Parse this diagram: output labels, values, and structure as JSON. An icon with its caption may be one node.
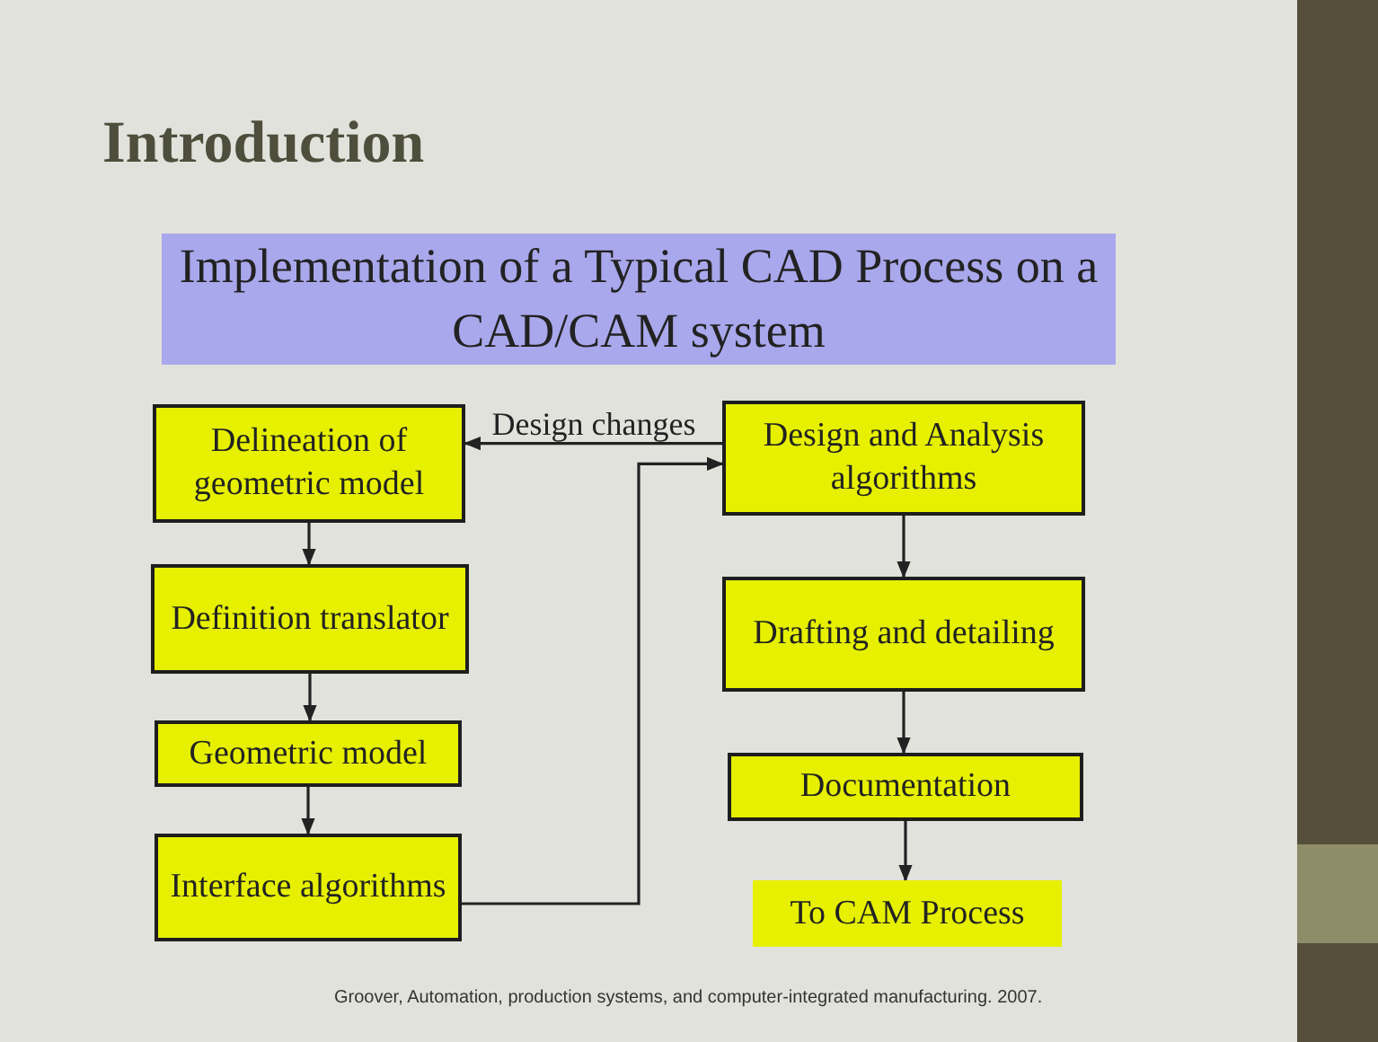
{
  "diagram": {
    "title": "Introduction",
    "nodes": [
      {
        "text": [
          "Implementation of a Typical CAD Process on a CAD/CAM system"
        ]
      },
      {
        "text": [
          "Delineation of geometric model"
        ]
      },
      {
        "text": [
          "Definition translator"
        ]
      },
      {
        "text": [
          "Geometric model"
        ]
      },
      {
        "text": [
          "Interface algorithms"
        ]
      },
      {
        "text": [
          "Design and Analysis algorithms"
        ]
      },
      {
        "text": [
          "Drafting and detailing"
        ]
      },
      {
        "text": [
          "Documentation"
        ]
      },
      {
        "text": [
          "To CAM Process"
        ]
      }
    ],
    "edges": [
      {
        "from": 1,
        "to": 2,
        "arrow": "to"
      },
      {
        "from": 2,
        "to": 3,
        "arrow": "to"
      },
      {
        "from": 3,
        "to": 4,
        "arrow": "to"
      },
      {
        "from": 4,
        "to": 5,
        "arrow": "to"
      },
      {
        "from": 5,
        "to": 1,
        "arrow": "to",
        "label": "Design changes"
      },
      {
        "from": 5,
        "to": 6,
        "arrow": "to"
      },
      {
        "from": 6,
        "to": 7,
        "arrow": "to"
      },
      {
        "from": 7,
        "to": 8,
        "arrow": "to"
      }
    ],
    "labels": [
      "Groover, Automation, production systems, and computer-integrated manufacturing. 2007."
    ]
  }
}
